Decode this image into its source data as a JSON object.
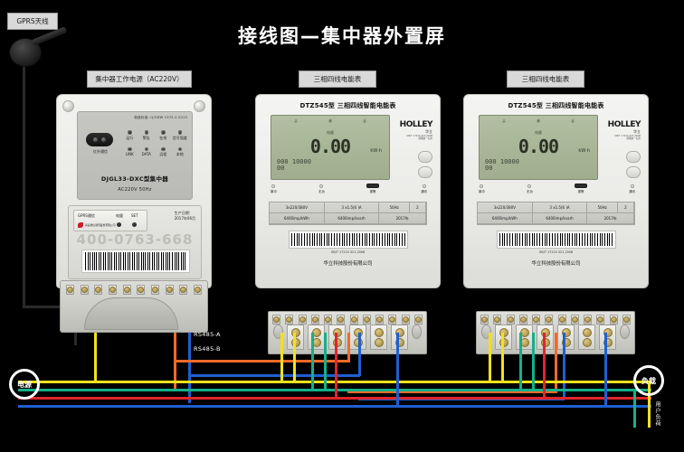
{
  "title": "接线图—集中器外置屏",
  "captions": {
    "antenna": "GPRS天线",
    "concentrator": "集中器工作电源（AC220V）",
    "meter1": "三相四线电能表",
    "meter2": "三相四线电能表"
  },
  "concentrator": {
    "standard": "制造标准: Q/GDW 1375.2-2013",
    "ir_label": "红外通信",
    "leds_row1": [
      "运行",
      "警告",
      "在线",
      "信号强度"
    ],
    "leds_row2": [
      "LINK",
      "DATA",
      "远程",
      "本地"
    ],
    "model": "DJGL33-DXC型集中器",
    "voltage": "AC220V  50Hz",
    "gprs_label": "GPRS通信",
    "button_labels": [
      "电量",
      "SET"
    ],
    "production_date_label": "生产日期：",
    "production_date": "2017年06月",
    "watermark": "400-0763-668",
    "maker": "青岛鼎信通讯股份有限公司"
  },
  "meter": {
    "title": "DTZ545型  三相四线智能电能表",
    "brand": "HOLLEY",
    "brand_sub": "华立",
    "brand_note": "GB/T 17215.321-2008\n国网统一标准",
    "lcd": {
      "top_labels": [
        "尖",
        "峰",
        "谷"
      ],
      "kind": "电量",
      "value": "0.00",
      "unit": "kW·h",
      "segments": "000 10000\n00"
    },
    "indicators": [
      "脉冲",
      "无功",
      "报警",
      "通讯"
    ],
    "nameplate": {
      "voltage": "3x220/380V",
      "current": "3 x1.5(6 )A",
      "frequency": "50Hz",
      "class": "2",
      "imp_active": "6400imp/kWh",
      "imp_reactive": "6400imp/kvarh",
      "year": "2017年"
    },
    "code": "GB/T 17215.321-2008",
    "maker": "华立科技股份有限公司"
  },
  "wiring": {
    "rs485_a": "RS485-A",
    "rs485_b": "RS485-B",
    "source_left_symbol": "电源",
    "source_right_symbol": "负载",
    "source_right_label": "用户负荷",
    "phase_colors": {
      "A": "#f2e11c",
      "B": "#13b08a",
      "C": "#e0252b",
      "N": "#1f5fd0",
      "rs485_a": "#ef6a2a",
      "rs485_b": "#1f5fd0"
    }
  }
}
